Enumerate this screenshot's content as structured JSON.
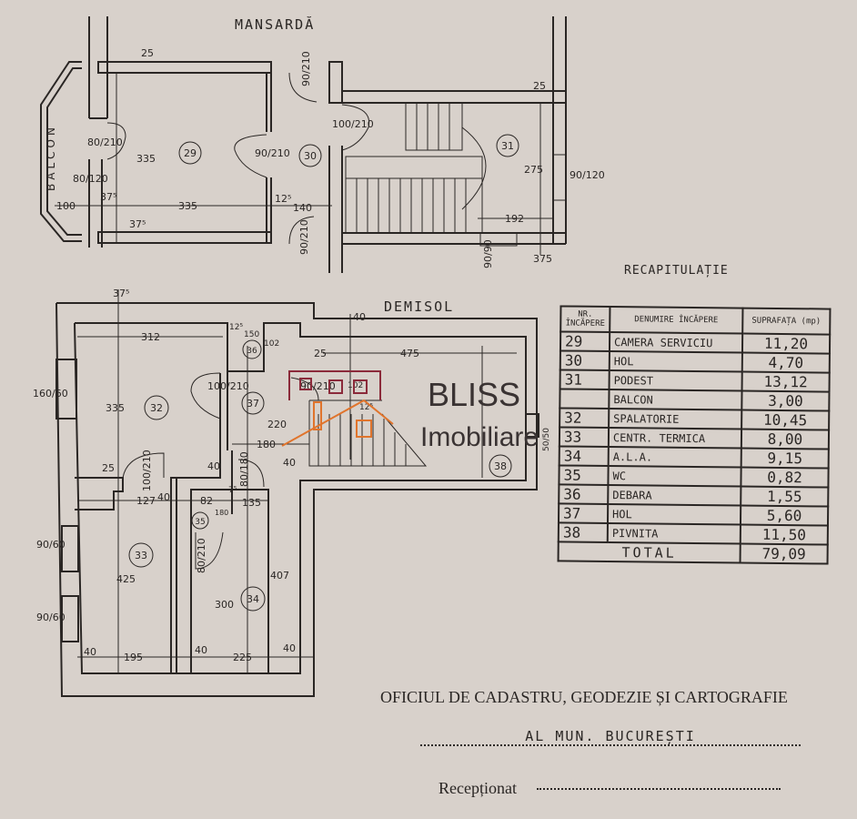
{
  "upper_plan": {
    "title": "MANSARDĂ",
    "balcony_label": "BALCON",
    "rooms": [
      "29",
      "30",
      "31"
    ],
    "doors": [
      "80/210",
      "80/120",
      "90/210",
      "90/210",
      "100/210",
      "90/210",
      "90/120",
      "90/90"
    ],
    "dims": [
      "25",
      "335",
      "37⁵",
      "100",
      "335",
      "12⁵",
      "140",
      "37⁵",
      "275",
      "25",
      "192",
      "375"
    ]
  },
  "lower_plan": {
    "title": "DEMISOL",
    "rooms": [
      "32",
      "33",
      "34",
      "35",
      "36",
      "37",
      "38"
    ],
    "windows": [
      "160/60",
      "90/60",
      "90/60",
      "50/50"
    ],
    "doors": [
      "100/210",
      "100/210",
      "80/180",
      "80/210",
      "90/210"
    ],
    "dims": [
      "37⁵",
      "312",
      "12⁵",
      "150",
      "102",
      "25",
      "40",
      "475",
      "335",
      "220",
      "180",
      "40",
      "25",
      "40",
      "127",
      "40",
      "82",
      "7⁵",
      "135",
      "180",
      "425",
      "300",
      "407",
      "40",
      "195",
      "40",
      "225",
      "40",
      "102",
      "12⁵"
    ]
  },
  "watermark": {
    "brand": "BLISS",
    "sub": "Imobiliare",
    "colors": {
      "red": "#8b2a3a",
      "orange": "#e0742c"
    }
  },
  "recap": {
    "title": "RECAPITULAȚIE",
    "headers": [
      "NR. ÎNCĂPERE",
      "DENUMIRE ÎNCĂPERE",
      "SUPRAFAȚA (mp)"
    ],
    "rows": [
      {
        "nr": "29",
        "name": "CAMERA SERVICIU",
        "area": "11,20"
      },
      {
        "nr": "30",
        "name": "HOL",
        "area": "4,70"
      },
      {
        "nr": "31",
        "name": "PODEST",
        "area": "13,12"
      },
      {
        "nr": "",
        "name": "BALCON",
        "area": "3,00"
      },
      {
        "nr": "32",
        "name": "SPALATORIE",
        "area": "10,45"
      },
      {
        "nr": "33",
        "name": "CENTR. TERMICA",
        "area": "8,00"
      },
      {
        "nr": "34",
        "name": "A.L.A.",
        "area": "9,15"
      },
      {
        "nr": "35",
        "name": "WC",
        "area": "0,82"
      },
      {
        "nr": "36",
        "name": "DEBARA",
        "area": "1,55"
      },
      {
        "nr": "37",
        "name": "HOL",
        "area": "5,60"
      },
      {
        "nr": "38",
        "name": "PIVNITA",
        "area": "11,50"
      }
    ],
    "total_label": "TOTAL",
    "total_value": "79,09"
  },
  "footer": {
    "office": "OFICIUL DE CADASTRU, GEODEZIE ȘI CARTOGRAFIE",
    "city": "AL MUN. BUCUREȘTI",
    "received_label": "Recepționat"
  }
}
